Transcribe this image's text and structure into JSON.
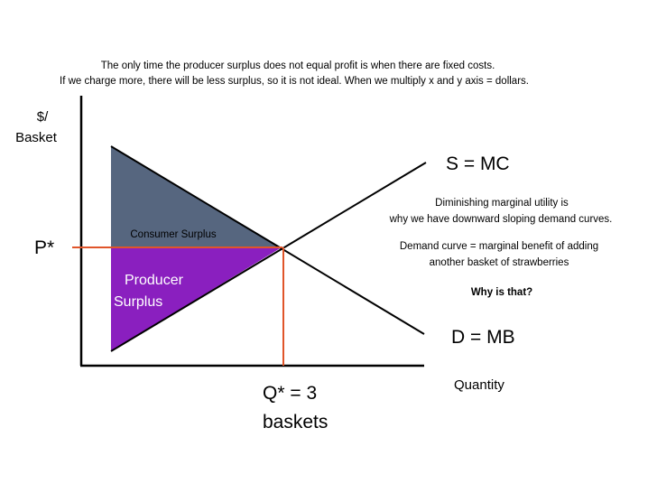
{
  "header": {
    "line1": "The only time the producer surplus does not equal profit is when there are fixed costs.",
    "line2": "If we charge more, there will be less surplus, so it is not ideal. When we multiply x and y axis = dollars."
  },
  "axes": {
    "y_label_line1": "$/",
    "y_label_line2": "Basket",
    "x_label": "Quantity"
  },
  "curves": {
    "supply_label": "S = MC",
    "demand_label": "D = MB"
  },
  "equilibrium": {
    "price_label": "P*",
    "quantity_label_line1": "Q* = 3",
    "quantity_label_line2": "baskets"
  },
  "areas": {
    "consumer_surplus": "Consumer Surplus",
    "producer_surplus_line1": "Producer",
    "producer_surplus_line2": "Surplus"
  },
  "notes": {
    "dmu_line1": "Diminishing marginal utility is",
    "dmu_line2": "why we have downward sloping demand curves.",
    "demand_line1": "Demand curve = marginal benefit of adding",
    "demand_line2": "another basket of strawberries",
    "question": "Why is that?"
  },
  "colors": {
    "consumer_surplus_fill": "#56667f",
    "producer_surplus_fill": "#8a1fbf",
    "equilibrium_lines": "#e0552a",
    "curve_stroke": "#000000"
  }
}
